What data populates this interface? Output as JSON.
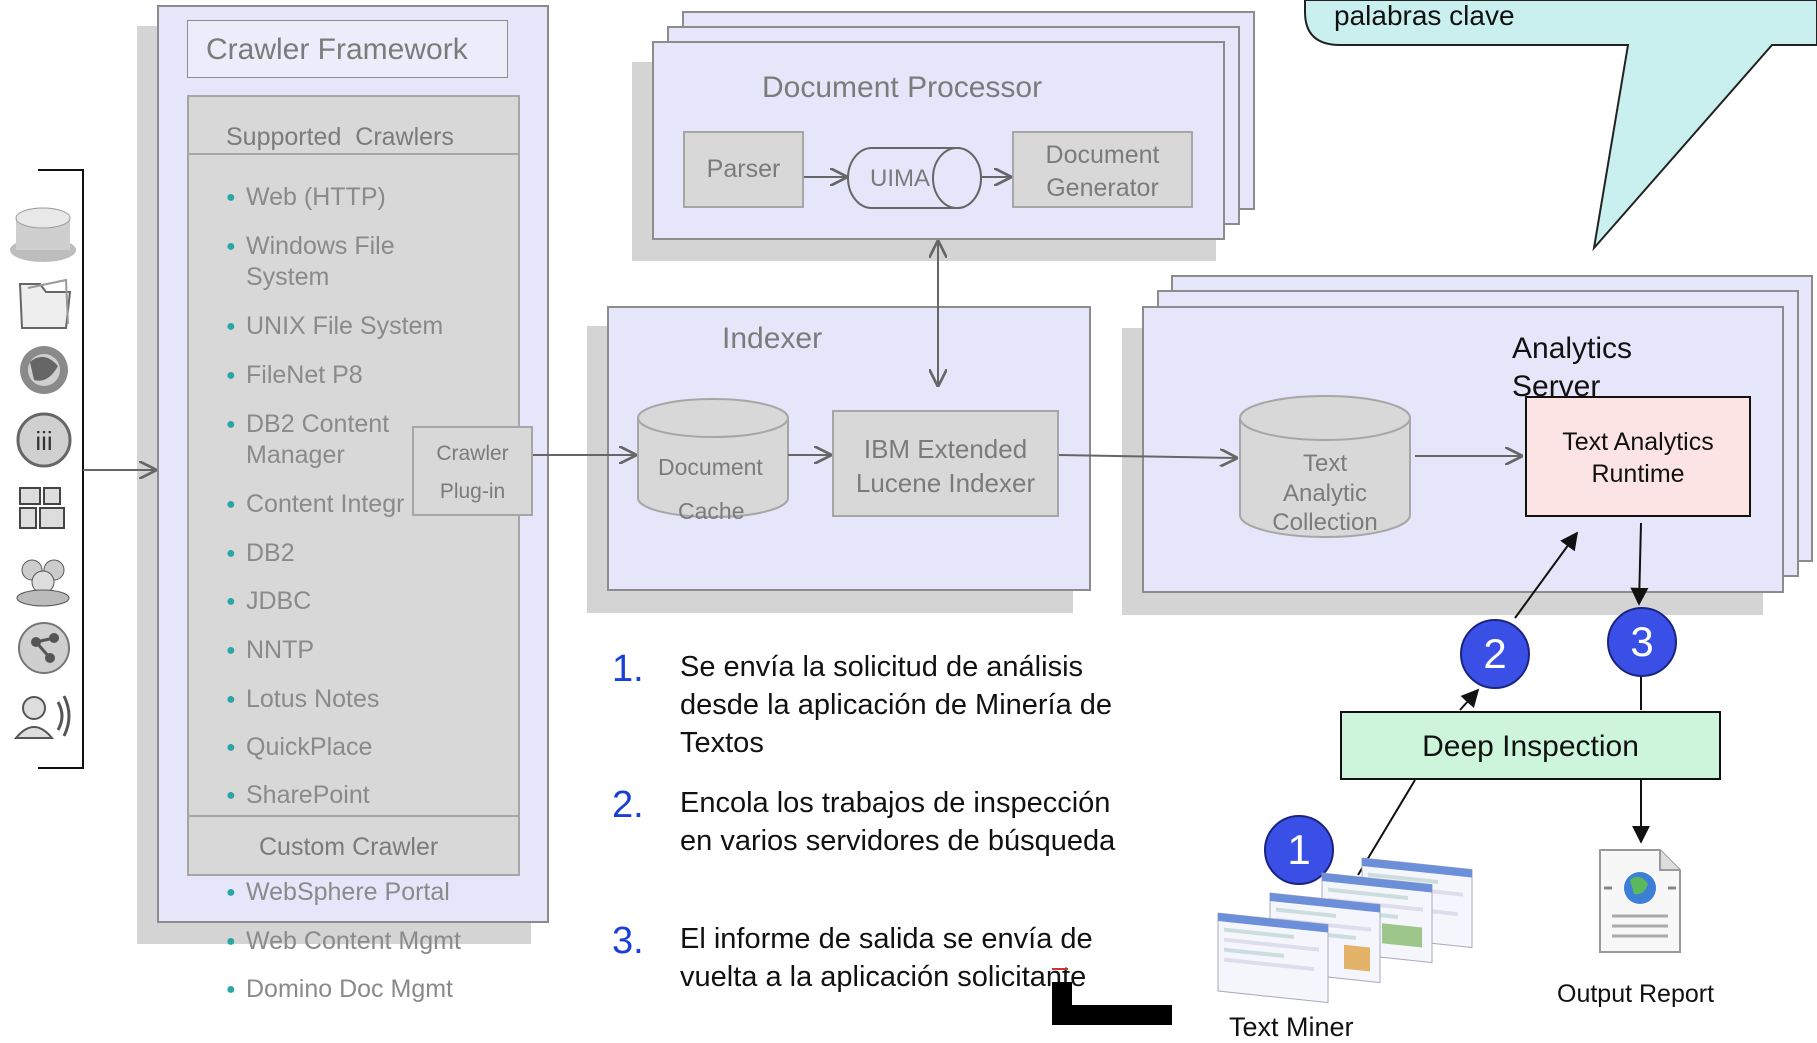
{
  "callout": {
    "text": "palabras clave"
  },
  "crawler_framework": {
    "title": "Crawler Framework",
    "supported_header": "Supported  Crawlers",
    "items": [
      "Web (HTTP)",
      "Windows File System",
      "UNIX File System",
      "FileNet P8",
      "DB2 Content Manager",
      "Content Integr",
      "DB2",
      "JDBC",
      "NNTP",
      "Lotus Notes",
      "QuickPlace",
      "SharePoint"
    ],
    "custom_header": "Custom Crawler",
    "extra_items": [
      "WebSphere Portal",
      "Web Content Mgmt",
      "Domino Doc Mgmt"
    ],
    "plugin": {
      "line1": "Crawler",
      "line2": "Plug-in"
    }
  },
  "document_processor": {
    "title": "Document Processor",
    "parser": "Parser",
    "uima": "UIMA",
    "generator_line1": "Document",
    "generator_line2": "Generator"
  },
  "indexer": {
    "title": "Indexer",
    "cache_line1": "Document",
    "cache_line2": "Cache",
    "lucene_line1": "IBM Extended",
    "lucene_line2": "Lucene Indexer"
  },
  "analytics": {
    "title_line1": "Analytics",
    "title_line2": "Server",
    "collection_line1": "Text",
    "collection_line2": "Analytic",
    "collection_line3": "Collection",
    "runtime_line1": "Text Analytics",
    "runtime_line2": "Runtime"
  },
  "deep_inspection": "Deep Inspection",
  "text_miner": "Text Miner",
  "output_report": "Output Report",
  "markers": [
    "1",
    "2",
    "3"
  ],
  "steps": [
    {
      "num": "1.",
      "text": "Se envía la solicitud de análisis desde la aplicación de Minería de Textos"
    },
    {
      "num": "2.",
      "text": "Encola los trabajos de inspección en varios servidores de búsqueda"
    },
    {
      "num": "3.",
      "text": "El informe de salida se envía de vuelta a la aplicación solicitante"
    }
  ],
  "source_icons": [
    "database-icon",
    "folder-icon",
    "globe-browser-icon",
    "iii-logo-icon",
    "grid-app-icon",
    "people-group-icon",
    "share-icon",
    "user-speaker-icon"
  ],
  "colors": {
    "pane": "#e6e6fa",
    "callout": "#c9f0ef",
    "runtime": "#fce4e4",
    "deep_inspection": "#ccf5dc",
    "marker": "#3a4fe6",
    "bullet": "#2aa6a6"
  }
}
